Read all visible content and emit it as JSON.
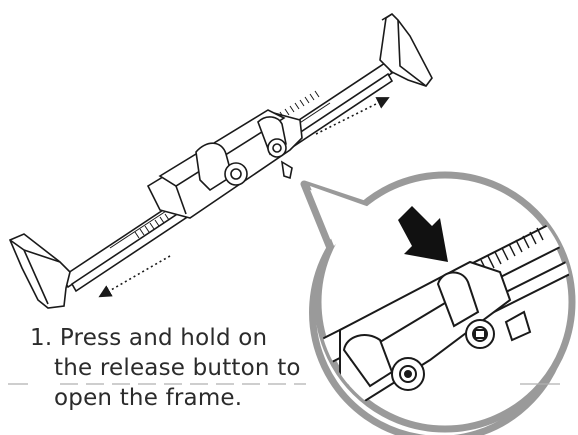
{
  "instruction": {
    "step_number": "1.",
    "line1": "Press and hold on",
    "line2": "the release button to",
    "line3": "open the frame."
  },
  "colors": {
    "ink": "#1a1a1a",
    "text": "#2b2b2b",
    "callout_border": "#9a9a9a",
    "arrow": "#111111"
  },
  "icons": {
    "press_arrow": "down-right-arrow-icon",
    "extend_arrows": "double-direction-dotted-arrow"
  }
}
